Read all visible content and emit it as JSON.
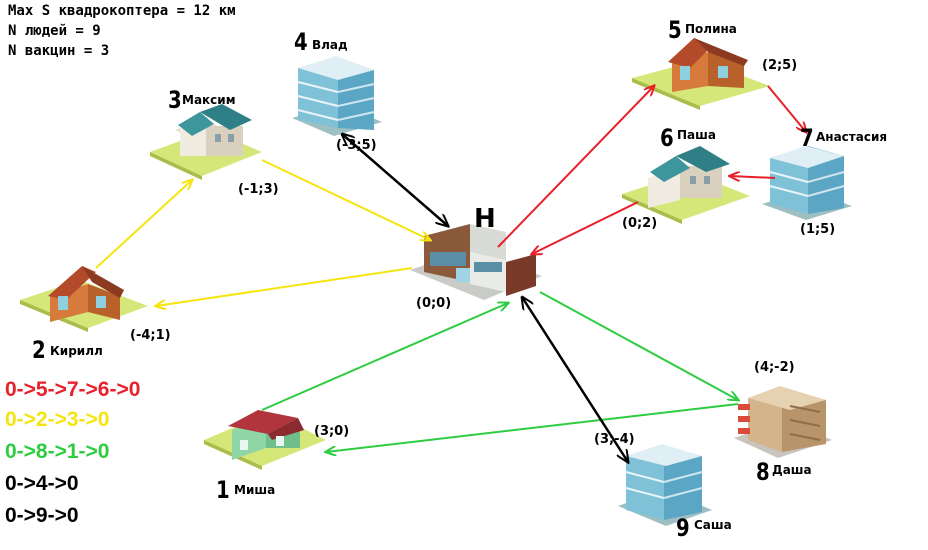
{
  "info": {
    "line1": "Max S квадрокоптера = 12 км",
    "line2": "N людей = 9",
    "line3": "N вакцин = 3"
  },
  "hub": {
    "label": "H",
    "coord": "(0;0)"
  },
  "nodes": {
    "n1": {
      "num": "1",
      "name": "Миша",
      "coord": "(3;0)"
    },
    "n2": {
      "num": "2",
      "name": "Кирилл",
      "coord": "(-4;1)"
    },
    "n3": {
      "num": "3",
      "name": "Максим",
      "coord": "(-1;3)"
    },
    "n4": {
      "num": "4",
      "name": "Влад",
      "coord": "(-3;5)"
    },
    "n5": {
      "num": "5",
      "name": "Полина",
      "coord": "(2;5)"
    },
    "n6": {
      "num": "6",
      "name": "Паша",
      "coord": "(0;2)"
    },
    "n7": {
      "num": "7",
      "name": "Анастасия",
      "coord": "(1;5)"
    },
    "n8": {
      "num": "8",
      "name": "Даша",
      "coord": "(4;-2)"
    },
    "n9": {
      "num": "9",
      "name": "Саша",
      "coord": "(3;-4)"
    }
  },
  "routes": [
    {
      "text": "0->5->7->6->0",
      "color": "#e8202a"
    },
    {
      "text": "0->2->3->0",
      "color": "#f5e50f"
    },
    {
      "text": "0->8->1->0",
      "color": "#2ecc40"
    },
    {
      "text": "0->4->0",
      "color": "#000000"
    },
    {
      "text": "0->9->0",
      "color": "#000000"
    }
  ]
}
